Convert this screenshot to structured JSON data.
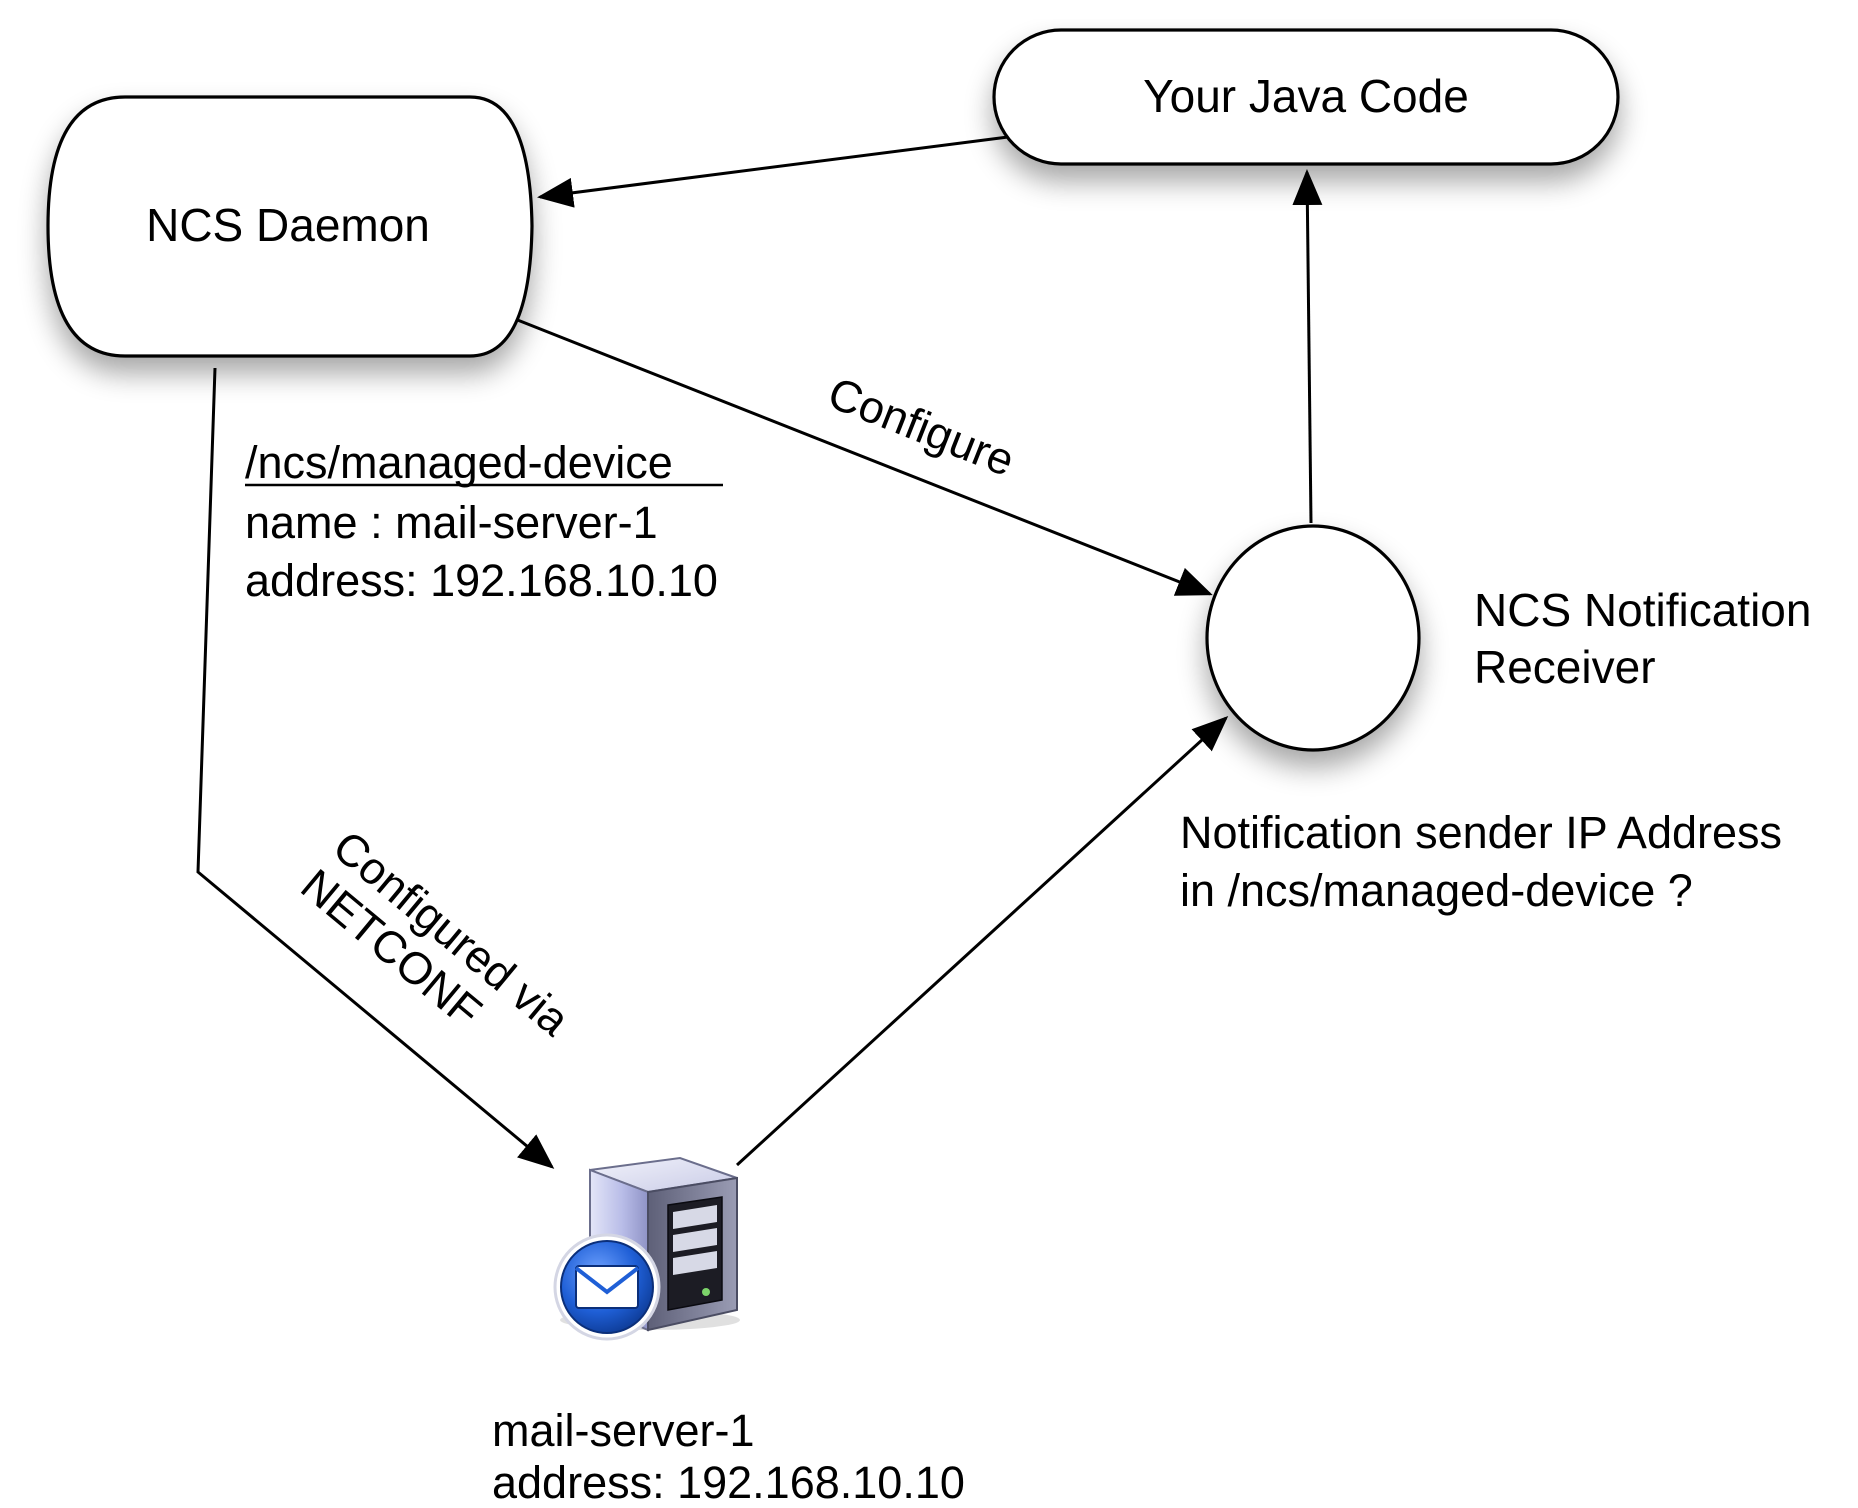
{
  "nodes": {
    "java_code": {
      "label": "Your Java Code"
    },
    "daemon": {
      "label": "NCS Daemon"
    },
    "receiver": {
      "label_line1": "NCS Notification",
      "label_line2": "Receiver"
    },
    "mail_server": {
      "label_line1": "mail-server-1",
      "label_line2": "address: 192.168.10.10"
    }
  },
  "edges": {
    "configure": {
      "label": "Configure"
    },
    "configured_via": {
      "label_line1": "Configured via",
      "label_line2": "NETCONF"
    }
  },
  "notes": {
    "managed_device": {
      "line1": "/ncs/managed-device",
      "line2": "name : mail-server-1",
      "line3": "address: 192.168.10.10"
    },
    "question": {
      "line1": "Notification sender IP Address",
      "line2": "in  /ncs/managed-device ?"
    }
  },
  "icons": {
    "server": "server-icon",
    "mail": "envelope-icon"
  },
  "colors": {
    "stroke": "#000000",
    "mail_badge": "#1f5fd6",
    "server_body": "#b9bde8"
  }
}
